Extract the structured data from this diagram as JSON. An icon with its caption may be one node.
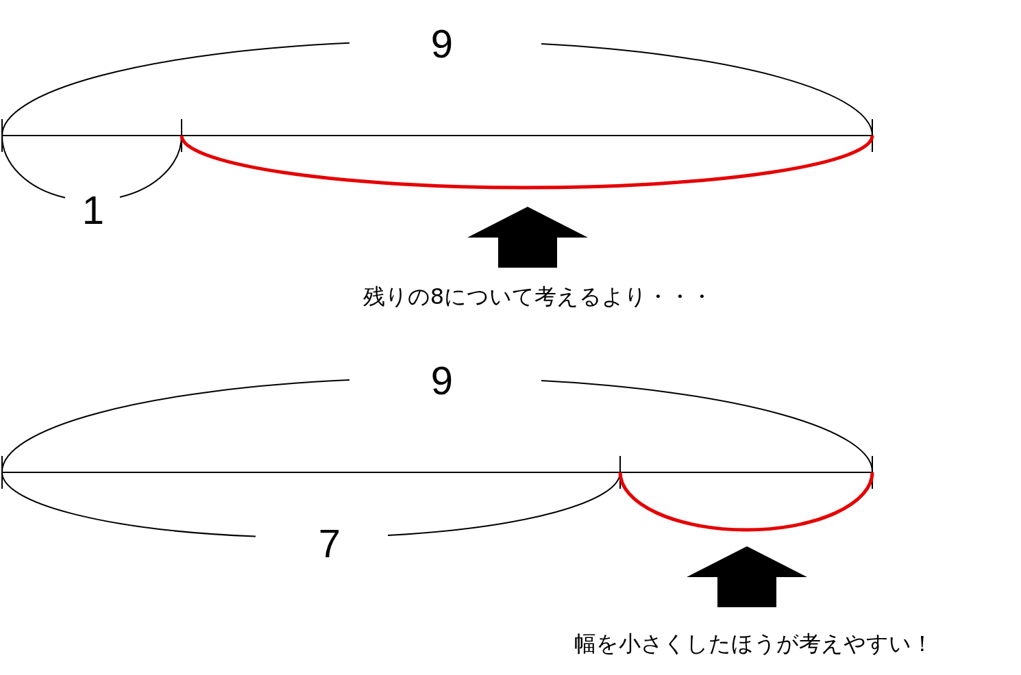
{
  "diagram": {
    "labels": [
      "9",
      "1",
      "残りの8について考えるより・・・",
      "9",
      "7",
      "幅を小さくしたほうが考えやすい！"
    ]
  }
}
